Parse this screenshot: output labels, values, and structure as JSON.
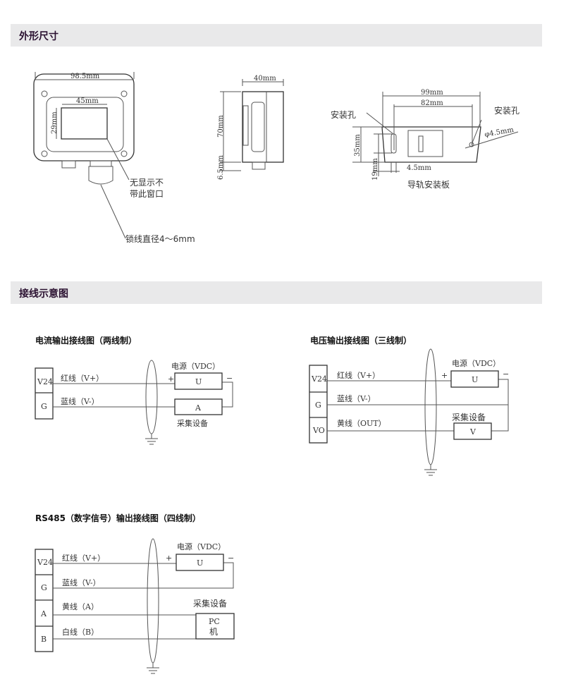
{
  "sections": {
    "dimensions": "外形尺寸",
    "wiring": "接线示意图"
  },
  "front": {
    "width": "98.5mm",
    "window_w": "45mm",
    "window_h": "29mm",
    "note1": "无显示不",
    "note2": "带此窗口",
    "cable": "锁线直径4～6mm"
  },
  "side": {
    "depth": "40mm",
    "height": "70mm",
    "terminal": "6.5mm"
  },
  "rail": {
    "w1": "99mm",
    "w2": "82mm",
    "hole_left": "安装孔",
    "hole_right": "安装孔",
    "hole_d": "φ4.5mm",
    "h1": "35mm",
    "h2": "19mm",
    "offset": "4.5mm",
    "caption": "导轨安装板"
  },
  "d1": {
    "title": "电流输出接线图（两线制）",
    "t1": "V24",
    "t2": "G",
    "w1": "红线（V+）",
    "w2": "蓝线（V-）",
    "psu": "电源（VDC）",
    "u": "U",
    "a": "A",
    "plus": "+",
    "minus": "−",
    "dev": "采集设备"
  },
  "d2": {
    "title": "电压输出接线图（三线制）",
    "t1": "V24",
    "t2": "G",
    "t3": "VO",
    "w1": "红线（V+）",
    "w2": "蓝线（V-）",
    "w3": "黄线（OUT）",
    "psu": "电源（VDC）",
    "u": "U",
    "v": "V",
    "plus": "+",
    "minus": "−",
    "dev": "采集设备"
  },
  "d3": {
    "title": "RS485（数字信号）输出接线图（四线制）",
    "t1": "V24",
    "t2": "G",
    "t3": "A",
    "t4": "B",
    "w1": "红线（V+）",
    "w2": "蓝线（V-）",
    "w3": "黄线（A）",
    "w4": "白线（B）",
    "psu": "电源（VDC）",
    "u": "U",
    "pc1": "PC",
    "pc2": "机",
    "plus": "+",
    "minus": "−",
    "dev": "采集设备"
  }
}
